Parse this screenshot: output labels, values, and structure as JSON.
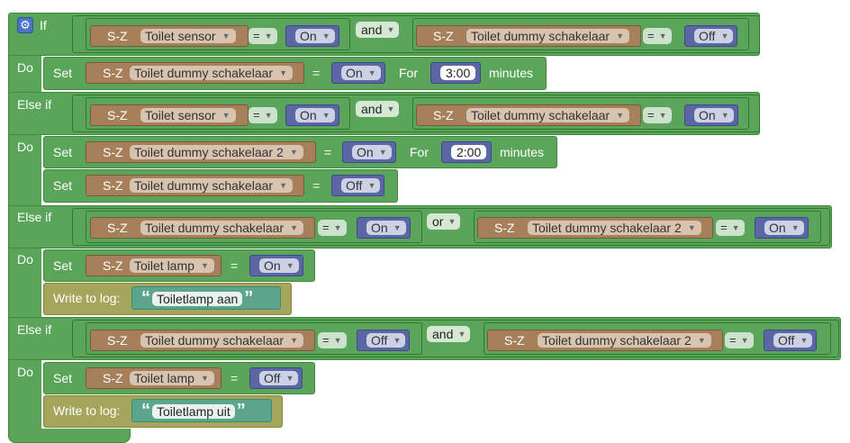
{
  "labels": {
    "if": "If",
    "do": "Do",
    "elseif": "Else if",
    "set": "Set",
    "for": "For",
    "minutes": "minutes",
    "write": "Write to log:",
    "prefix": "S-Z"
  },
  "quotes": {
    "open": "“",
    "close": "”"
  },
  "icons": {
    "mutator": "gear-icon",
    "dropdown": "dropdown-arrow-icon"
  },
  "colors": {
    "logic": "#5ba55b",
    "device": "#a5805b",
    "value": "#5b67a5",
    "log": "#a5a55b",
    "text": "#5ba58c"
  },
  "branches": [
    {
      "cond": [
        {
          "device": "Toilet sensor",
          "op": "=",
          "value": "On"
        },
        {
          "device": "Toilet dummy schakelaar",
          "op": "=",
          "value": "Off"
        }
      ],
      "joiner": "and",
      "actions": [
        {
          "device": "Toilet dummy schakelaar",
          "op": "=",
          "value": "On",
          "duration": "3:00"
        }
      ]
    },
    {
      "cond": [
        {
          "device": "Toilet sensor",
          "op": "=",
          "value": "On"
        },
        {
          "device": "Toilet dummy schakelaar",
          "op": "=",
          "value": "On"
        }
      ],
      "joiner": "and",
      "actions": [
        {
          "device": "Toilet dummy schakelaar 2",
          "op": "=",
          "value": "On",
          "duration": "2:00"
        },
        {
          "device": "Toilet dummy schakelaar",
          "op": "=",
          "value": "Off"
        }
      ]
    },
    {
      "cond": [
        {
          "device": "Toilet dummy schakelaar",
          "op": "=",
          "value": "On"
        },
        {
          "device": "Toilet dummy schakelaar 2",
          "op": "=",
          "value": "On"
        }
      ],
      "joiner": "or",
      "actions": [
        {
          "device": "Toilet lamp",
          "op": "=",
          "value": "On"
        }
      ],
      "log": "Toiletlamp aan"
    },
    {
      "cond": [
        {
          "device": "Toilet dummy schakelaar",
          "op": "=",
          "value": "Off"
        },
        {
          "device": "Toilet dummy schakelaar 2",
          "op": "=",
          "value": "Off"
        }
      ],
      "joiner": "and",
      "actions": [
        {
          "device": "Toilet lamp",
          "op": "=",
          "value": "Off"
        }
      ],
      "log": "Toiletlamp uit"
    }
  ]
}
